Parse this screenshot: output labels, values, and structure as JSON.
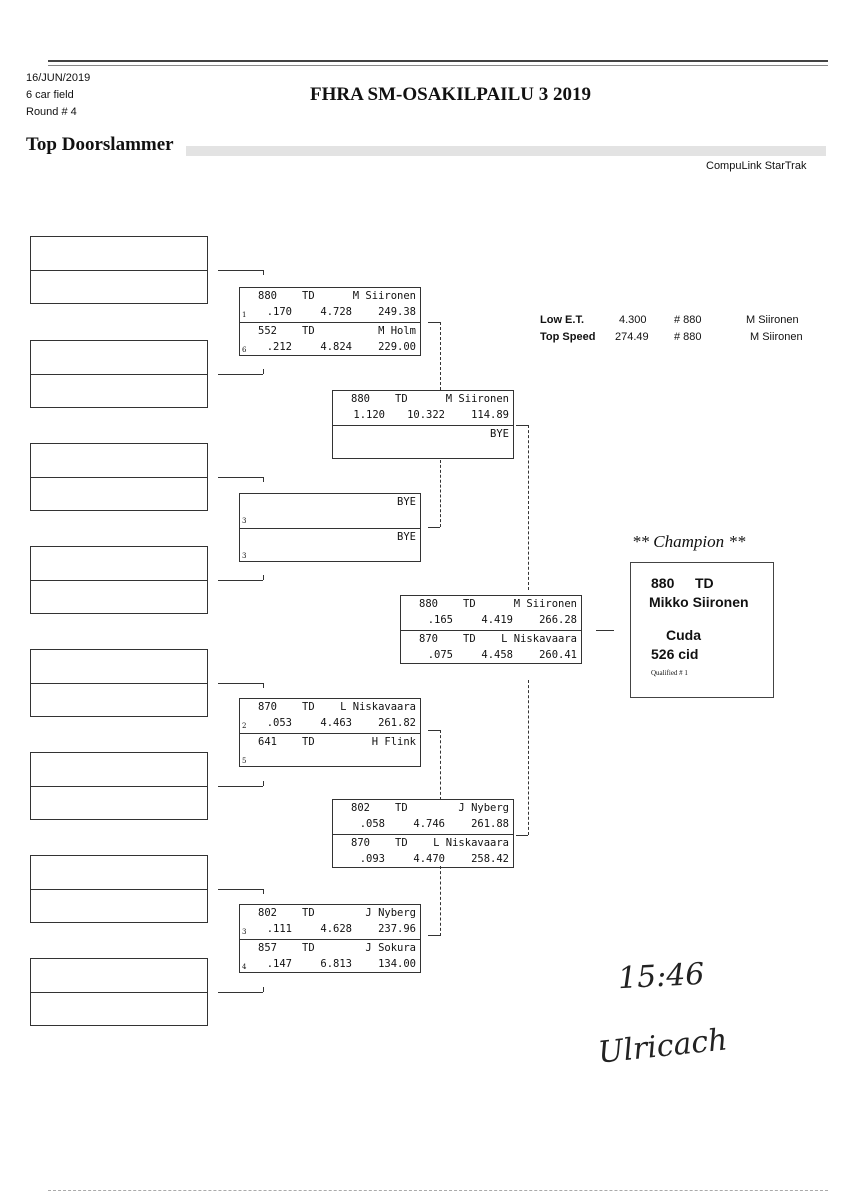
{
  "header": {
    "date": "16/JUN/2019",
    "field": "6 car field",
    "round": "Round # 4",
    "title": "FHRA SM-OSAKILPAILU 3 2019",
    "class_title": "Top Doorslammer",
    "software": "CompuLink StarTrak"
  },
  "stats": {
    "low_et_label": "Low  E.T.",
    "low_et_value": "4.300",
    "low_et_car": "# 880",
    "low_et_driver": "M Siironen",
    "top_speed_label": "Top Speed",
    "top_speed_value": "274.49",
    "top_speed_car": "# 880",
    "top_speed_driver": "M Siironen"
  },
  "matches": [
    {
      "lanes": [
        {
          "car": "880",
          "cls": "TD",
          "driver": "M Siironen",
          "rt": ".170",
          "et": "4.728",
          "mph": "249.38",
          "seed": "1"
        },
        {
          "car": "552",
          "cls": "TD",
          "driver": "M Holm",
          "rt": ".212",
          "et": "4.824",
          "mph": "229.00",
          "seed": "6"
        }
      ]
    },
    {
      "lanes": [
        {
          "car": "",
          "cls": "",
          "driver": "BYE",
          "rt": "",
          "et": "",
          "mph": "",
          "seed": "3"
        },
        {
          "car": "",
          "cls": "",
          "driver": "BYE",
          "rt": "",
          "et": "",
          "mph": "",
          "seed": "3"
        }
      ]
    },
    {
      "lanes": [
        {
          "car": "870",
          "cls": "TD",
          "driver": "L Niskavaara",
          "rt": ".053",
          "et": "4.463",
          "mph": "261.82",
          "seed": "2"
        },
        {
          "car": "641",
          "cls": "TD",
          "driver": "H Flink",
          "rt": "",
          "et": "",
          "mph": "",
          "seed": "5"
        }
      ]
    },
    {
      "lanes": [
        {
          "car": "802",
          "cls": "TD",
          "driver": "J Nyberg",
          "rt": ".111",
          "et": "4.628",
          "mph": "237.96",
          "seed": "3"
        },
        {
          "car": "857",
          "cls": "TD",
          "driver": "J Sokura",
          "rt": ".147",
          "et": "6.813",
          "mph": "134.00",
          "seed": "4"
        }
      ]
    },
    {
      "lanes": [
        {
          "car": "880",
          "cls": "TD",
          "driver": "M Siironen",
          "rt": "1.120",
          "et": "10.322",
          "mph": "114.89",
          "seed": ""
        },
        {
          "car": "",
          "cls": "",
          "driver": "BYE",
          "rt": "",
          "et": "",
          "mph": "",
          "seed": ""
        }
      ]
    },
    {
      "lanes": [
        {
          "car": "802",
          "cls": "TD",
          "driver": "J Nyberg",
          "rt": ".058",
          "et": "4.746",
          "mph": "261.88",
          "seed": ""
        },
        {
          "car": "870",
          "cls": "TD",
          "driver": "L Niskavaara",
          "rt": ".093",
          "et": "4.470",
          "mph": "258.42",
          "seed": ""
        }
      ]
    },
    {
      "lanes": [
        {
          "car": "880",
          "cls": "TD",
          "driver": "M Siironen",
          "rt": ".165",
          "et": "4.419",
          "mph": "266.28",
          "seed": ""
        },
        {
          "car": "870",
          "cls": "TD",
          "driver": "L Niskavaara",
          "rt": ".075",
          "et": "4.458",
          "mph": "260.41",
          "seed": ""
        }
      ]
    }
  ],
  "champion": {
    "heading": "** Champion **",
    "car": "880",
    "cls": "TD",
    "name": "Mikko Siironen",
    "make": "Cuda",
    "engine": "526 cid",
    "qualified": "Qualified # 1"
  },
  "handwritten": {
    "time": "15:46",
    "signature": "Ulricach"
  }
}
